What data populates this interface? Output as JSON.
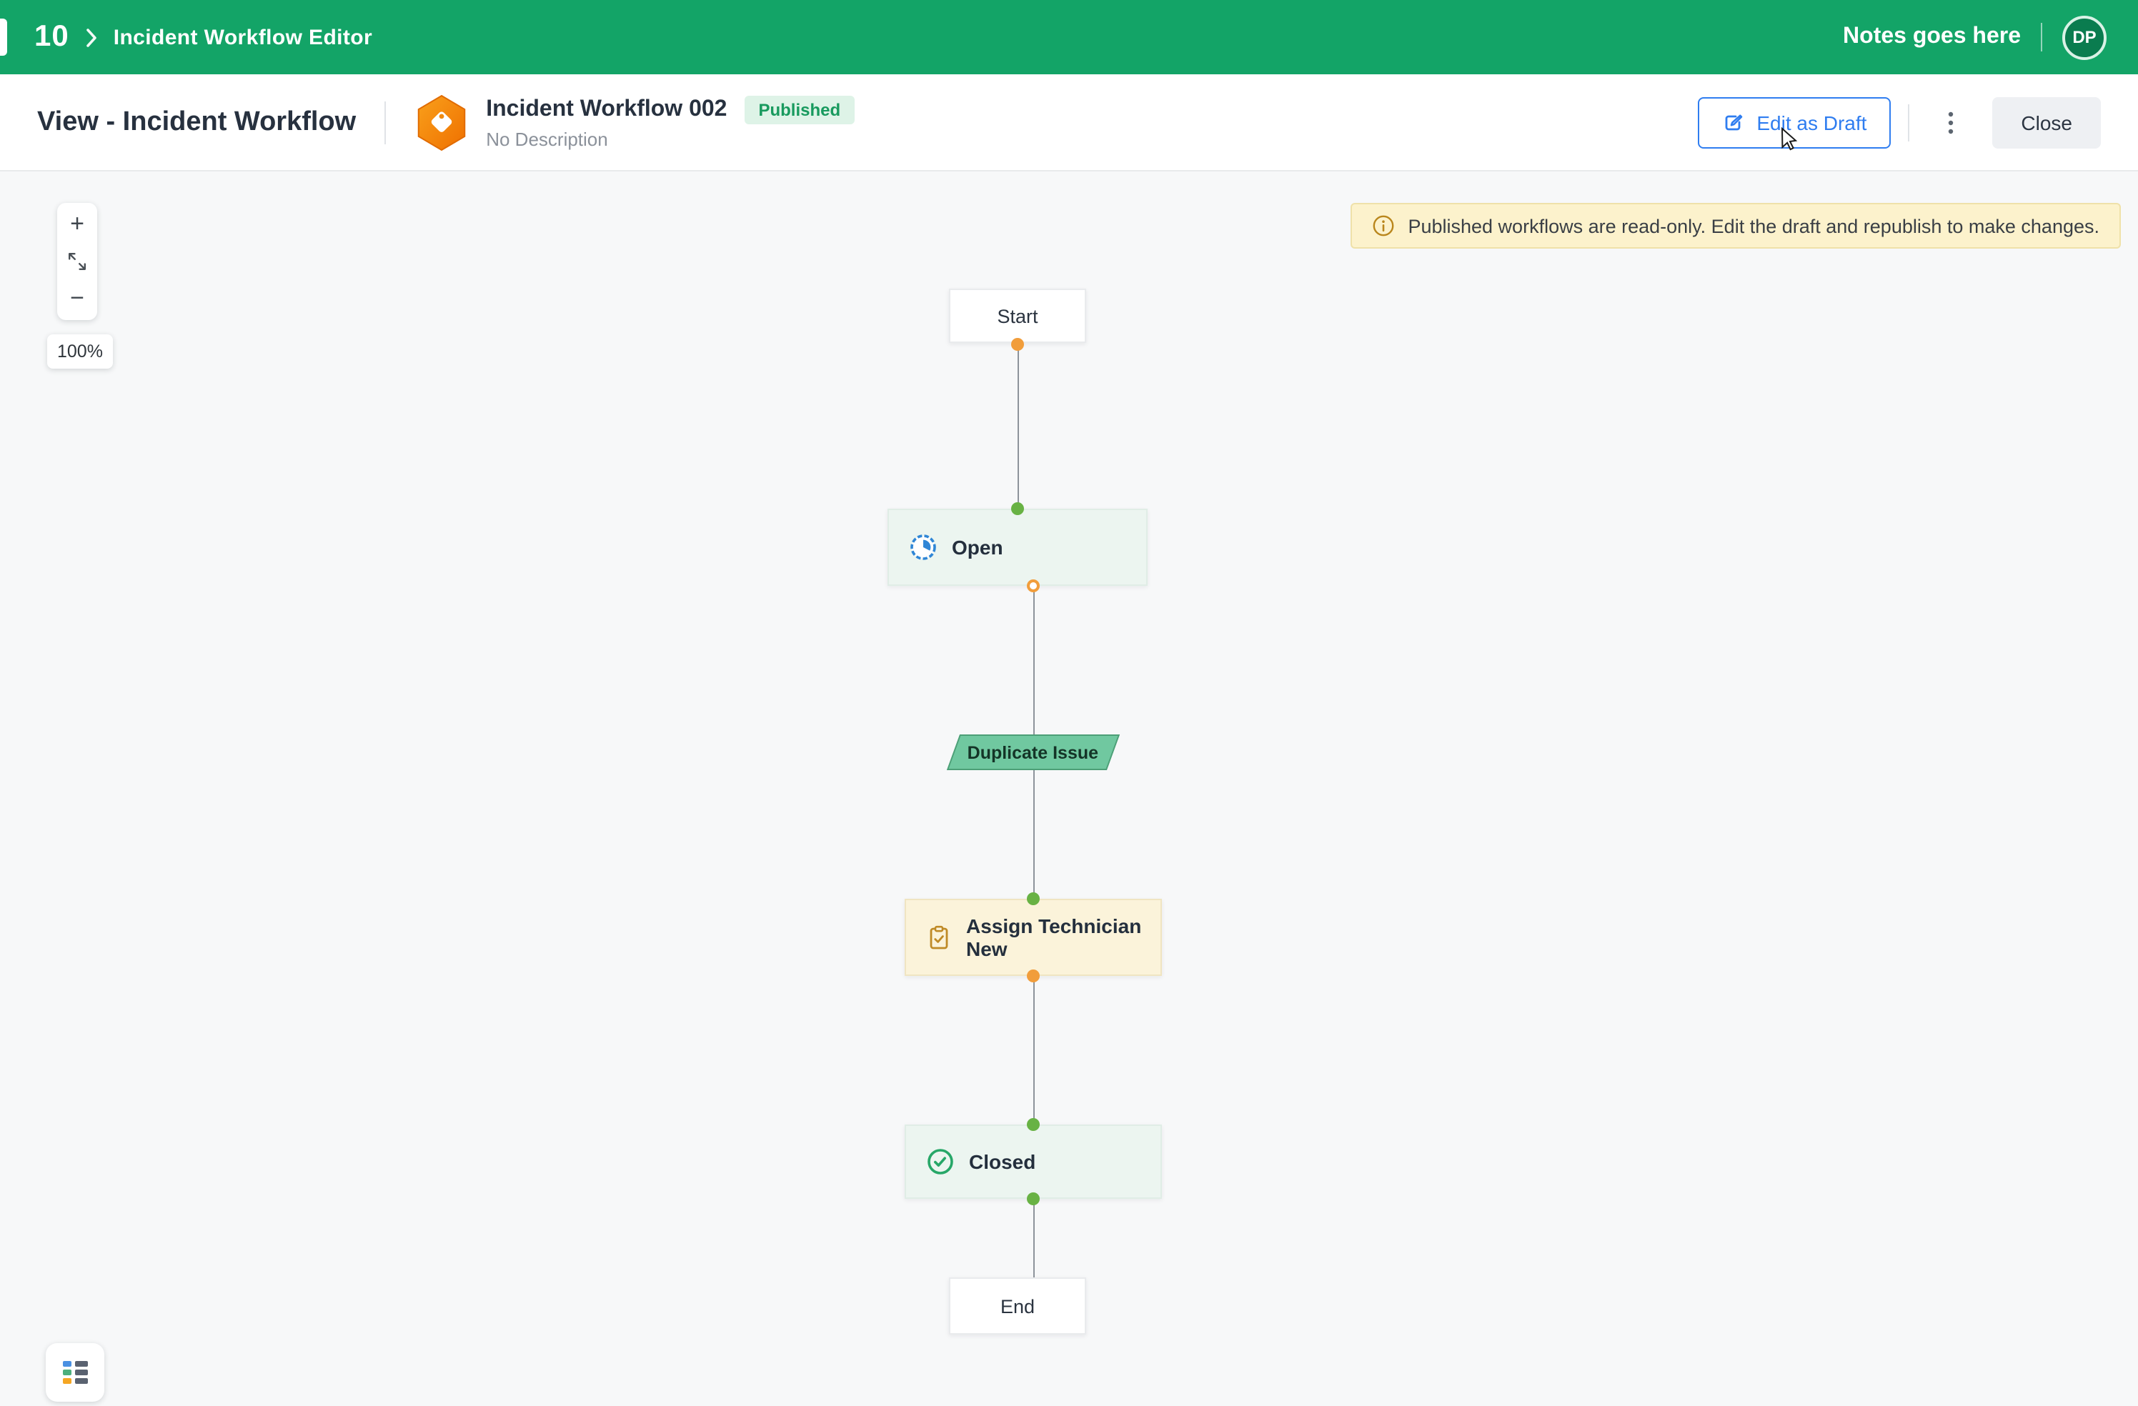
{
  "topbar": {
    "workspace_number": "10",
    "title": "Incident Workflow Editor",
    "notes_label": "Notes goes here",
    "avatar_initials": "DP"
  },
  "header": {
    "view_title": "View - Incident Workflow",
    "workflow_name": "Incident Workflow 002",
    "status": "Published",
    "description": "No Description",
    "edit_as_draft": "Edit as Draft",
    "close": "Close"
  },
  "canvas": {
    "zoom": {
      "zoom_in": "+",
      "zoom_out": "−",
      "level": "100%"
    },
    "banner": {
      "text": "Published workflows are read-only. Edit the draft and republish to make changes."
    },
    "nodes": {
      "start": "Start",
      "open": "Open",
      "transition": "Duplicate Issue",
      "assign": "Assign Technician New",
      "closed": "Closed",
      "end": "End"
    }
  },
  "colors": {
    "topbar_green": "#13a467",
    "accent_blue": "#2f7df0",
    "badge_green": "#189a5e",
    "banner_bg": "#fcf2cc",
    "dot_green": "#68b244",
    "dot_orange": "#f19d3b"
  }
}
